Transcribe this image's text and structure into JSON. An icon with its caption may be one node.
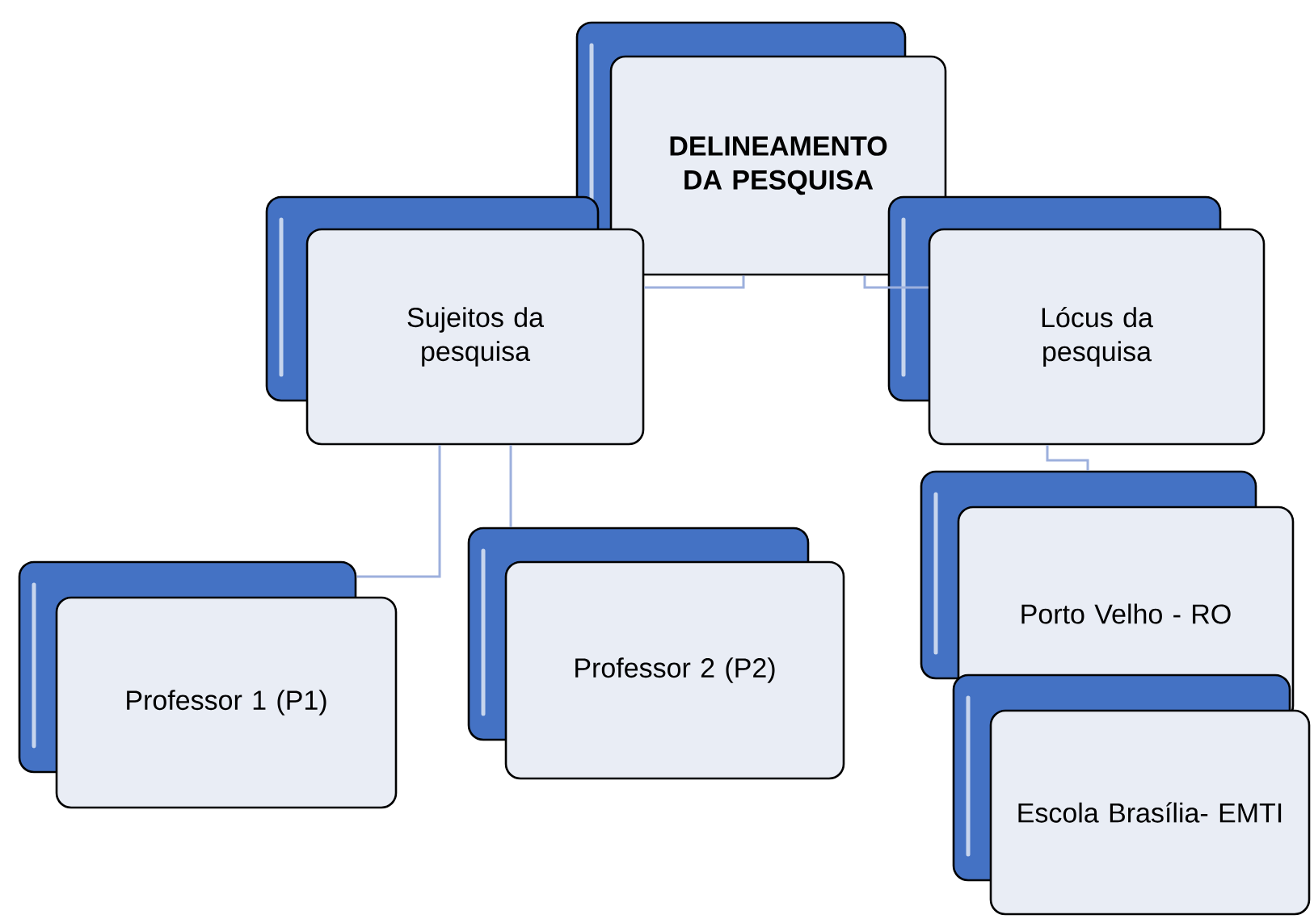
{
  "diagram": {
    "nodes": [
      {
        "text": [
          "DELINEAMENTO DA PESQUISA"
        ]
      },
      {
        "text": [
          "Sujeitos da pesquisa"
        ]
      },
      {
        "text": [
          "Lócus da pesquisa"
        ]
      },
      {
        "text": [
          "Professor 1 (P1)"
        ]
      },
      {
        "text": [
          "Professor 2 (P2)"
        ]
      },
      {
        "text": [
          "Porto Velho - RO"
        ]
      },
      {
        "text": [
          "Escola Brasília- EMTI"
        ]
      }
    ],
    "edges": [
      {
        "from": 0,
        "to": 1,
        "arrow": "none"
      },
      {
        "from": 0,
        "to": 2,
        "arrow": "none"
      },
      {
        "from": 1,
        "to": 3,
        "arrow": "none"
      },
      {
        "from": 1,
        "to": 4,
        "arrow": "none"
      },
      {
        "from": 2,
        "to": 5,
        "arrow": "none"
      }
    ]
  }
}
